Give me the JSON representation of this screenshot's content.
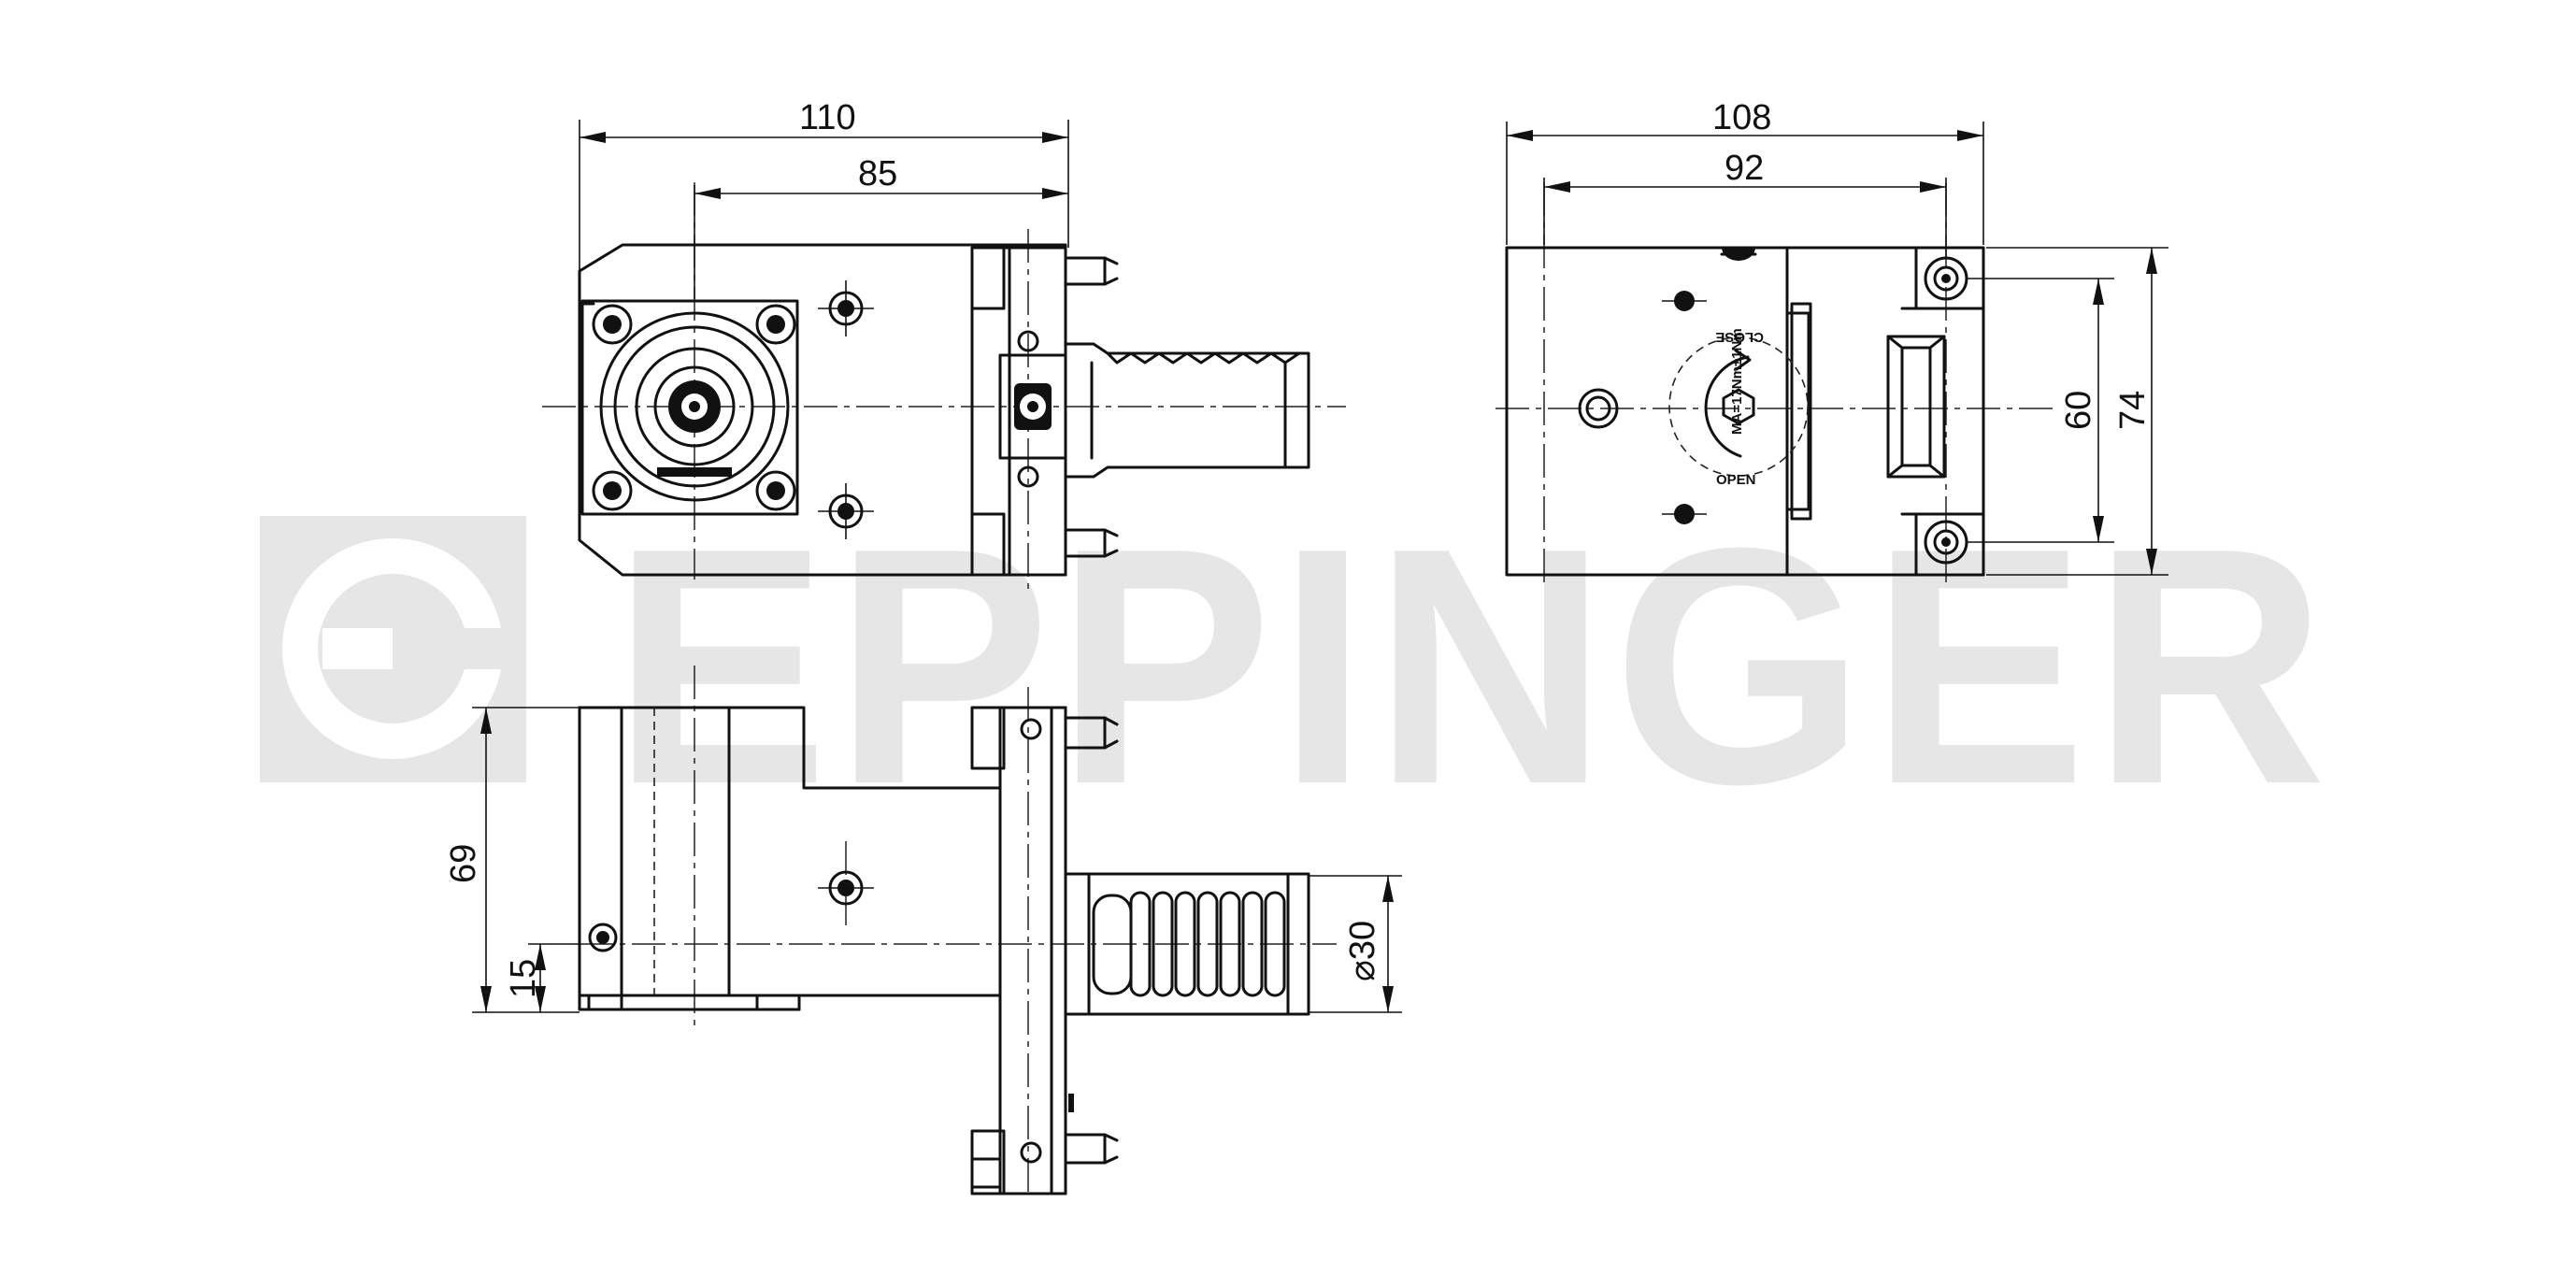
{
  "watermark": {
    "brand": "EPPINGER",
    "color": "#e6e6e6"
  },
  "dimensions": {
    "front_overall_width": "110",
    "front_center_to_flange": "85",
    "side_overall_width": "108",
    "side_inner_width": "92",
    "side_overall_height": "74",
    "side_inner_height": "60",
    "bottom_overall_height": "69",
    "bottom_shank_offset": "15",
    "shank_diameter": "⌀30"
  },
  "markings": {
    "close": "CLOSE",
    "open": "OPEN",
    "torque": "MA=17Nm±1Nm"
  },
  "colors": {
    "line": "#111111",
    "background": "#ffffff"
  }
}
